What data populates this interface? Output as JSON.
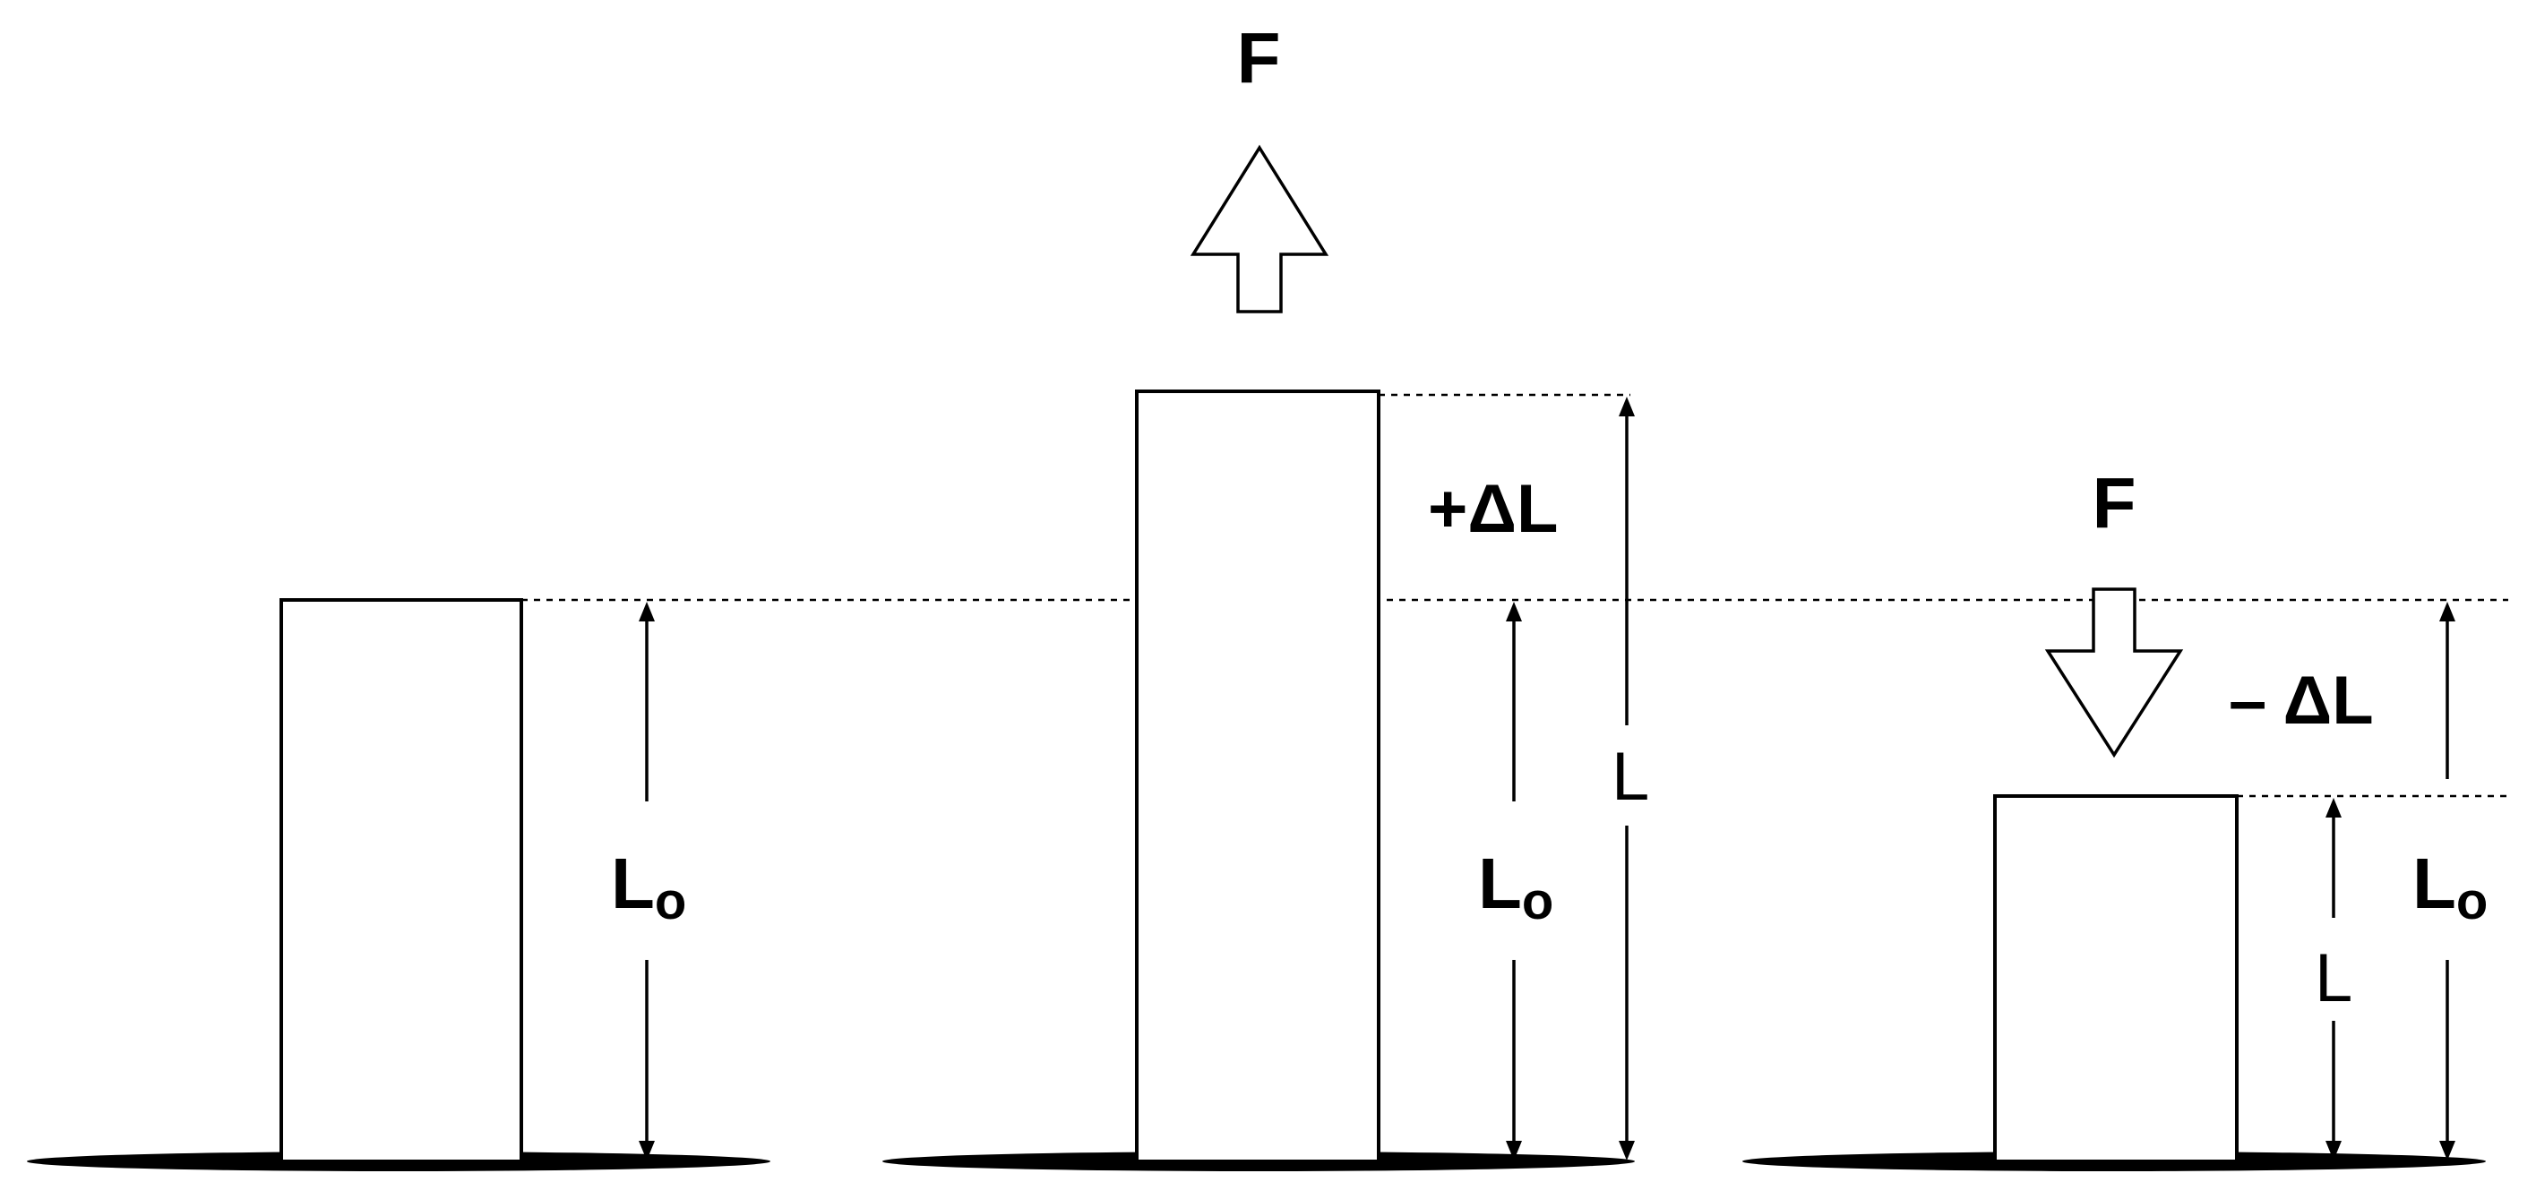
{
  "labels": {
    "force": "F",
    "original_length": "L",
    "original_length_sub": "o",
    "length": "L",
    "elongation": "+ΔL",
    "shortening": "– ΔL"
  },
  "colors": {
    "stroke": "#000000",
    "fill": "#ffffff"
  }
}
